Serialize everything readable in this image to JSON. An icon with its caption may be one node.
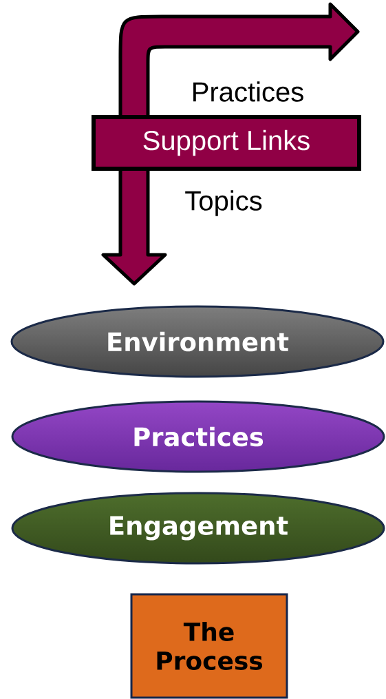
{
  "diagram": {
    "nodes": [
      {
        "text": [
          "Support Links"
        ]
      },
      {
        "text": [
          "Environment"
        ]
      },
      {
        "text": [
          "Practices"
        ]
      },
      {
        "text": [
          "Engagement"
        ]
      },
      {
        "text": [
          "The Process"
        ]
      }
    ],
    "labels": [
      "Practices",
      "Topics"
    ]
  }
}
